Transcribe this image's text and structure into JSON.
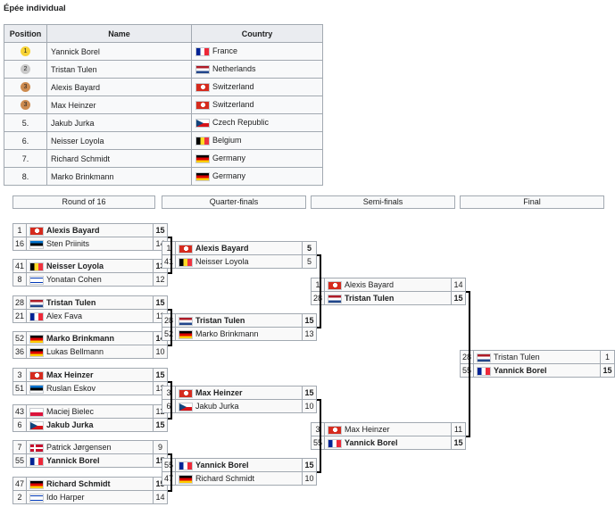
{
  "title": "Épée individual",
  "results": {
    "headers": [
      "Position",
      "Name",
      "Country"
    ],
    "rows": [
      {
        "pos": "1",
        "medal": "gold",
        "name": "Yannick Borel",
        "flag": "fr",
        "country": "France"
      },
      {
        "pos": "2",
        "medal": "silver",
        "name": "Tristan Tulen",
        "flag": "nl",
        "country": "Netherlands"
      },
      {
        "pos": "3",
        "medal": "bronze",
        "name": "Alexis Bayard",
        "flag": "ch",
        "country": "Switzerland"
      },
      {
        "pos": "3",
        "medal": "bronze",
        "name": "Max Heinzer",
        "flag": "ch",
        "country": "Switzerland"
      },
      {
        "pos": "5.",
        "medal": "",
        "name": "Jakub Jurka",
        "flag": "cz",
        "country": "Czech Republic"
      },
      {
        "pos": "6.",
        "medal": "",
        "name": "Neisser Loyola",
        "flag": "be",
        "country": "Belgium"
      },
      {
        "pos": "7.",
        "medal": "",
        "name": "Richard Schmidt",
        "flag": "de",
        "country": "Germany"
      },
      {
        "pos": "8.",
        "medal": "",
        "name": "Marko Brinkmann",
        "flag": "de",
        "country": "Germany"
      }
    ]
  },
  "rounds": [
    "Round of 16",
    "Quarter-finals",
    "Semi-finals",
    "Final"
  ],
  "bracket": {
    "r16": [
      [
        {
          "seed": "1",
          "flag": "ch",
          "name": "Alexis Bayard",
          "score": "15",
          "win": true
        },
        {
          "seed": "16",
          "flag": "ee",
          "name": "Sten Priinits",
          "score": "14",
          "win": false
        }
      ],
      [
        {
          "seed": "41",
          "flag": "be",
          "name": "Neisser Loyola",
          "score": "13",
          "win": true
        },
        {
          "seed": "8",
          "flag": "il",
          "name": "Yonatan Cohen",
          "score": "12",
          "win": false
        }
      ],
      [
        {
          "seed": "28",
          "flag": "nl",
          "name": "Tristan Tulen",
          "score": "15",
          "win": true
        },
        {
          "seed": "21",
          "flag": "fr",
          "name": "Alex Fava",
          "score": "11",
          "win": false
        }
      ],
      [
        {
          "seed": "52",
          "flag": "de",
          "name": "Marko Brinkmann",
          "score": "14",
          "win": true
        },
        {
          "seed": "36",
          "flag": "de",
          "name": "Lukas Bellmann",
          "score": "10",
          "win": false
        }
      ],
      [
        {
          "seed": "3",
          "flag": "ch",
          "name": "Max Heinzer",
          "score": "15",
          "win": true
        },
        {
          "seed": "51",
          "flag": "ee",
          "name": "Ruslan Eskov",
          "score": "13",
          "win": false
        }
      ],
      [
        {
          "seed": "43",
          "flag": "pl",
          "name": "Maciej Bielec",
          "score": "12",
          "win": false
        },
        {
          "seed": "6",
          "flag": "cz",
          "name": "Jakub Jurka",
          "score": "15",
          "win": true
        }
      ],
      [
        {
          "seed": "7",
          "flag": "dk",
          "name": "Patrick Jørgensen",
          "score": "9",
          "win": false
        },
        {
          "seed": "55",
          "flag": "fr",
          "name": "Yannick Borel",
          "score": "15",
          "win": true
        }
      ],
      [
        {
          "seed": "47",
          "flag": "de",
          "name": "Richard Schmidt",
          "score": "15",
          "win": true
        },
        {
          "seed": "2",
          "flag": "il",
          "name": "Ido Harper",
          "score": "14",
          "win": false
        }
      ]
    ],
    "qf": [
      [
        {
          "seed": "1",
          "flag": "ch",
          "name": "Alexis Bayard",
          "score": "5",
          "win": true
        },
        {
          "seed": "41",
          "flag": "be",
          "name": "Neisser Loyola",
          "score": "5",
          "win": false
        }
      ],
      [
        {
          "seed": "28",
          "flag": "nl",
          "name": "Tristan Tulen",
          "score": "15",
          "win": true
        },
        {
          "seed": "52",
          "flag": "de",
          "name": "Marko Brinkmann",
          "score": "13",
          "win": false
        }
      ],
      [
        {
          "seed": "3",
          "flag": "ch",
          "name": "Max Heinzer",
          "score": "15",
          "win": true
        },
        {
          "seed": "6",
          "flag": "cz",
          "name": "Jakub Jurka",
          "score": "10",
          "win": false
        }
      ],
      [
        {
          "seed": "55",
          "flag": "fr",
          "name": "Yannick Borel",
          "score": "15",
          "win": true
        },
        {
          "seed": "47",
          "flag": "de",
          "name": "Richard Schmidt",
          "score": "10",
          "win": false
        }
      ]
    ],
    "sf": [
      [
        {
          "seed": "1",
          "flag": "ch",
          "name": "Alexis Bayard",
          "score": "14",
          "win": false
        },
        {
          "seed": "28",
          "flag": "nl",
          "name": "Tristan Tulen",
          "score": "15",
          "win": true
        }
      ],
      [
        {
          "seed": "3",
          "flag": "ch",
          "name": "Max Heinzer",
          "score": "11",
          "win": false
        },
        {
          "seed": "55",
          "flag": "fr",
          "name": "Yannick Borel",
          "score": "15",
          "win": true
        }
      ]
    ],
    "final": [
      [
        {
          "seed": "28",
          "flag": "nl",
          "name": "Tristan Tulen",
          "score": "1",
          "win": false
        },
        {
          "seed": "55",
          "flag": "fr",
          "name": "Yannick Borel",
          "score": "15",
          "win": true
        }
      ]
    ]
  }
}
